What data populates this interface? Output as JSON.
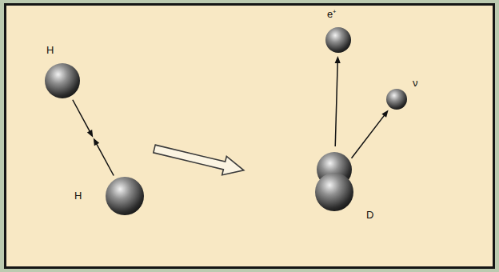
{
  "diagram": {
    "nodes": [
      {
        "text": [
          "H"
        ]
      },
      {
        "text": [
          "H"
        ]
      },
      {
        "text": [
          "D"
        ]
      },
      {
        "text": [
          "e⁺"
        ]
      },
      {
        "text": [
          "ν"
        ]
      }
    ],
    "edges": [
      {
        "from": 0,
        "to": 1,
        "arrow": "to"
      },
      {
        "from": 1,
        "to": 0,
        "arrow": "to"
      },
      {
        "from": 2,
        "to": 3,
        "arrow": "to"
      },
      {
        "from": 2,
        "to": 4,
        "arrow": "to"
      }
    ]
  }
}
